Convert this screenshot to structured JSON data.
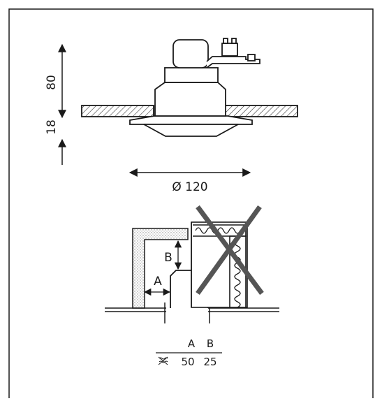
{
  "dimensions": {
    "height_top": "80",
    "height_bottom": "18",
    "diameter": "Ø 120"
  },
  "clearance": {
    "label_a": "A",
    "label_b": "B"
  },
  "table": {
    "headers": [
      "A",
      "B"
    ],
    "row_symbol_icon": "no-insulation-symbol-icon",
    "values": [
      "50",
      "25"
    ]
  },
  "colors": {
    "line": "#1a1a1a",
    "hatch": "#333333",
    "stipple": "#888888"
  }
}
